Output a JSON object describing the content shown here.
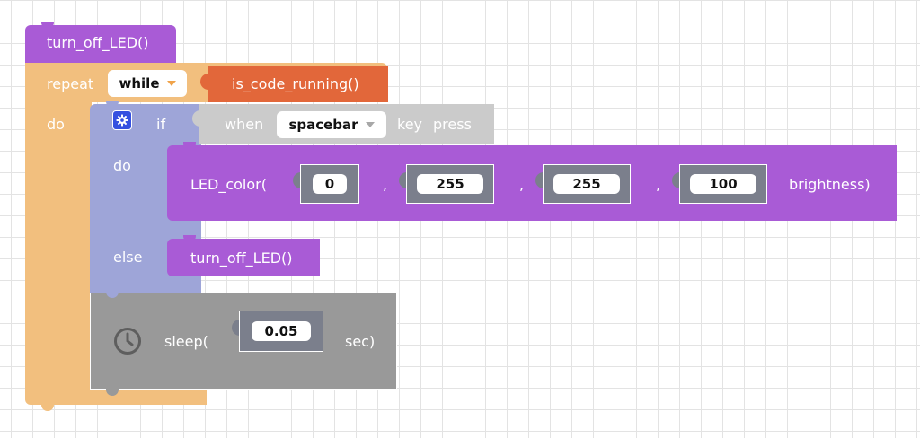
{
  "blocks": {
    "top_call": {
      "label": "turn_off_LED()"
    },
    "repeat": {
      "label": "repeat",
      "mode": "while",
      "do_label": "do"
    },
    "condition": {
      "label": "is_code_running()"
    },
    "if_block": {
      "label": "if",
      "do_label": "do",
      "else_label": "else"
    },
    "key_press": {
      "when": "when",
      "key": "spacebar",
      "key_word": "key",
      "press_word": "press"
    },
    "led_color": {
      "label": "LED_color(",
      "args": [
        "0",
        "255",
        "255",
        "100"
      ],
      "separators": [
        ",",
        ",",
        ","
      ],
      "suffix": "brightness)"
    },
    "else_call": {
      "label": "turn_off_LED()"
    },
    "sleep": {
      "label": "sleep(",
      "value": "0.05",
      "suffix": "sec)"
    }
  },
  "colors": {
    "purple": "#a95bd6",
    "orange": "#f2bf7e",
    "red_orange": "#e2673a",
    "if_blue": "#9ea5d8",
    "grey_input": "#cbcbcb",
    "sleep_grey": "#999999",
    "gear_blue": "#3651e0"
  },
  "icons": [
    "gear-icon",
    "clock-icon"
  ]
}
